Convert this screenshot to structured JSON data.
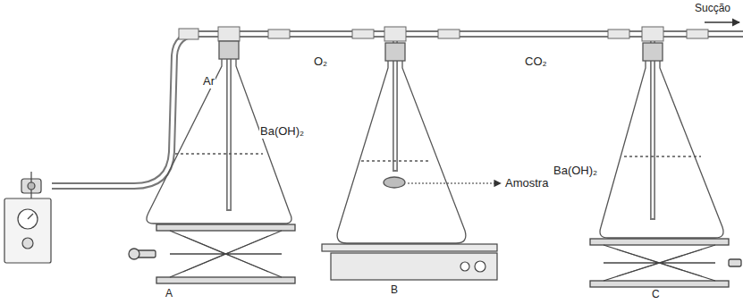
{
  "diagram": {
    "labels": [
      "Sucção",
      "Ar",
      "O₂",
      "CO₂",
      "Ba(OH)₂",
      "Amostra",
      "Ba(OH)₂",
      "A",
      "B",
      "C"
    ]
  }
}
